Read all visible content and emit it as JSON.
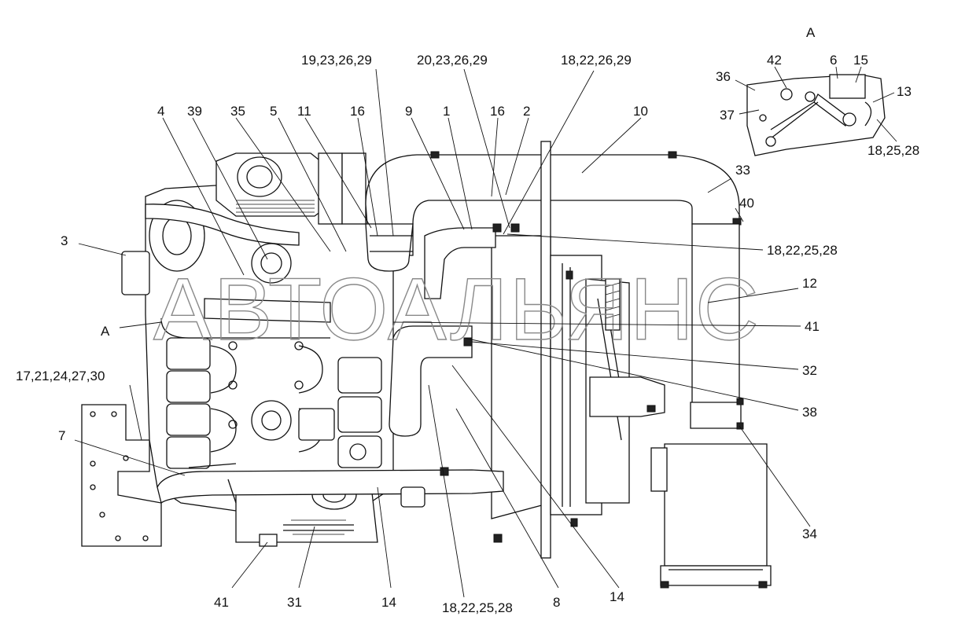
{
  "diagram": {
    "view_label": "А",
    "watermark": "АВТОАЛЬЯНС",
    "callouts": [
      {
        "id": "c-19-23-26-29",
        "text": "19,23,26,29"
      },
      {
        "id": "c-20-23-26-29",
        "text": "20,23,26,29"
      },
      {
        "id": "c-18-22-26-29",
        "text": "18,22,26,29"
      },
      {
        "id": "c-4",
        "text": "4"
      },
      {
        "id": "c-39",
        "text": "39"
      },
      {
        "id": "c-35",
        "text": "35"
      },
      {
        "id": "c-5",
        "text": "5"
      },
      {
        "id": "c-11",
        "text": "11"
      },
      {
        "id": "c-16a",
        "text": "16"
      },
      {
        "id": "c-9",
        "text": "9"
      },
      {
        "id": "c-1",
        "text": "1"
      },
      {
        "id": "c-16b",
        "text": "16"
      },
      {
        "id": "c-2",
        "text": "2"
      },
      {
        "id": "c-10",
        "text": "10"
      },
      {
        "id": "c-33",
        "text": "33"
      },
      {
        "id": "c-40",
        "text": "40"
      },
      {
        "id": "c-3",
        "text": "3"
      },
      {
        "id": "c-18-22-25-28a",
        "text": "18,22,25,28"
      },
      {
        "id": "c-12",
        "text": "12"
      },
      {
        "id": "c-A-main",
        "text": "А"
      },
      {
        "id": "c-41a",
        "text": "41"
      },
      {
        "id": "c-32",
        "text": "32"
      },
      {
        "id": "c-17-21-24-27-30",
        "text": "17,21,24,27,30"
      },
      {
        "id": "c-38",
        "text": "38"
      },
      {
        "id": "c-7",
        "text": "7"
      },
      {
        "id": "c-34",
        "text": "34"
      },
      {
        "id": "c-41b",
        "text": "41"
      },
      {
        "id": "c-31",
        "text": "31"
      },
      {
        "id": "c-14a",
        "text": "14"
      },
      {
        "id": "c-18-22-25-28b",
        "text": "18,22,25,28"
      },
      {
        "id": "c-8",
        "text": "8"
      },
      {
        "id": "c-14b",
        "text": "14"
      },
      {
        "id": "c-42",
        "text": "42"
      },
      {
        "id": "c-6",
        "text": "6"
      },
      {
        "id": "c-15",
        "text": "15"
      },
      {
        "id": "c-36",
        "text": "36"
      },
      {
        "id": "c-13",
        "text": "13"
      },
      {
        "id": "c-37",
        "text": "37"
      },
      {
        "id": "c-18-25-28",
        "text": "18,25,28"
      }
    ]
  }
}
